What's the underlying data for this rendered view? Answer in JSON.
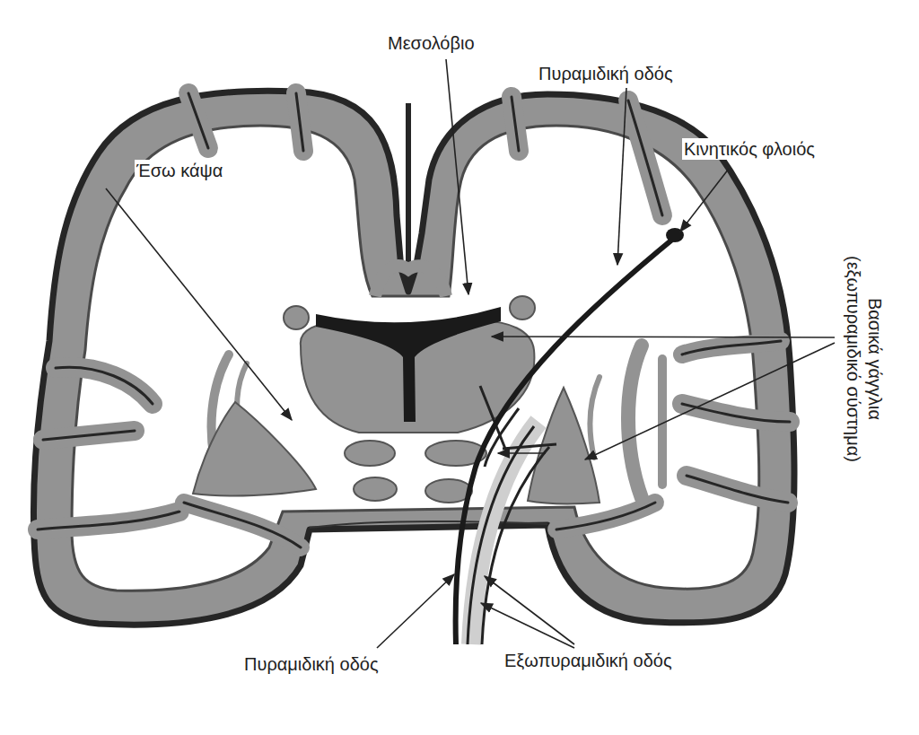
{
  "diagram": {
    "labels": [
      "Μεσολόβιο",
      "Πυραμιδική οδός",
      "Κινητικός φλοιός",
      "Έσω κάψα",
      "Βασικά γάγγλια (εξωπυραμιδικό σύστημα)",
      "Πυραμιδική οδός",
      "Εξωπυραμιδική οδός"
    ]
  }
}
